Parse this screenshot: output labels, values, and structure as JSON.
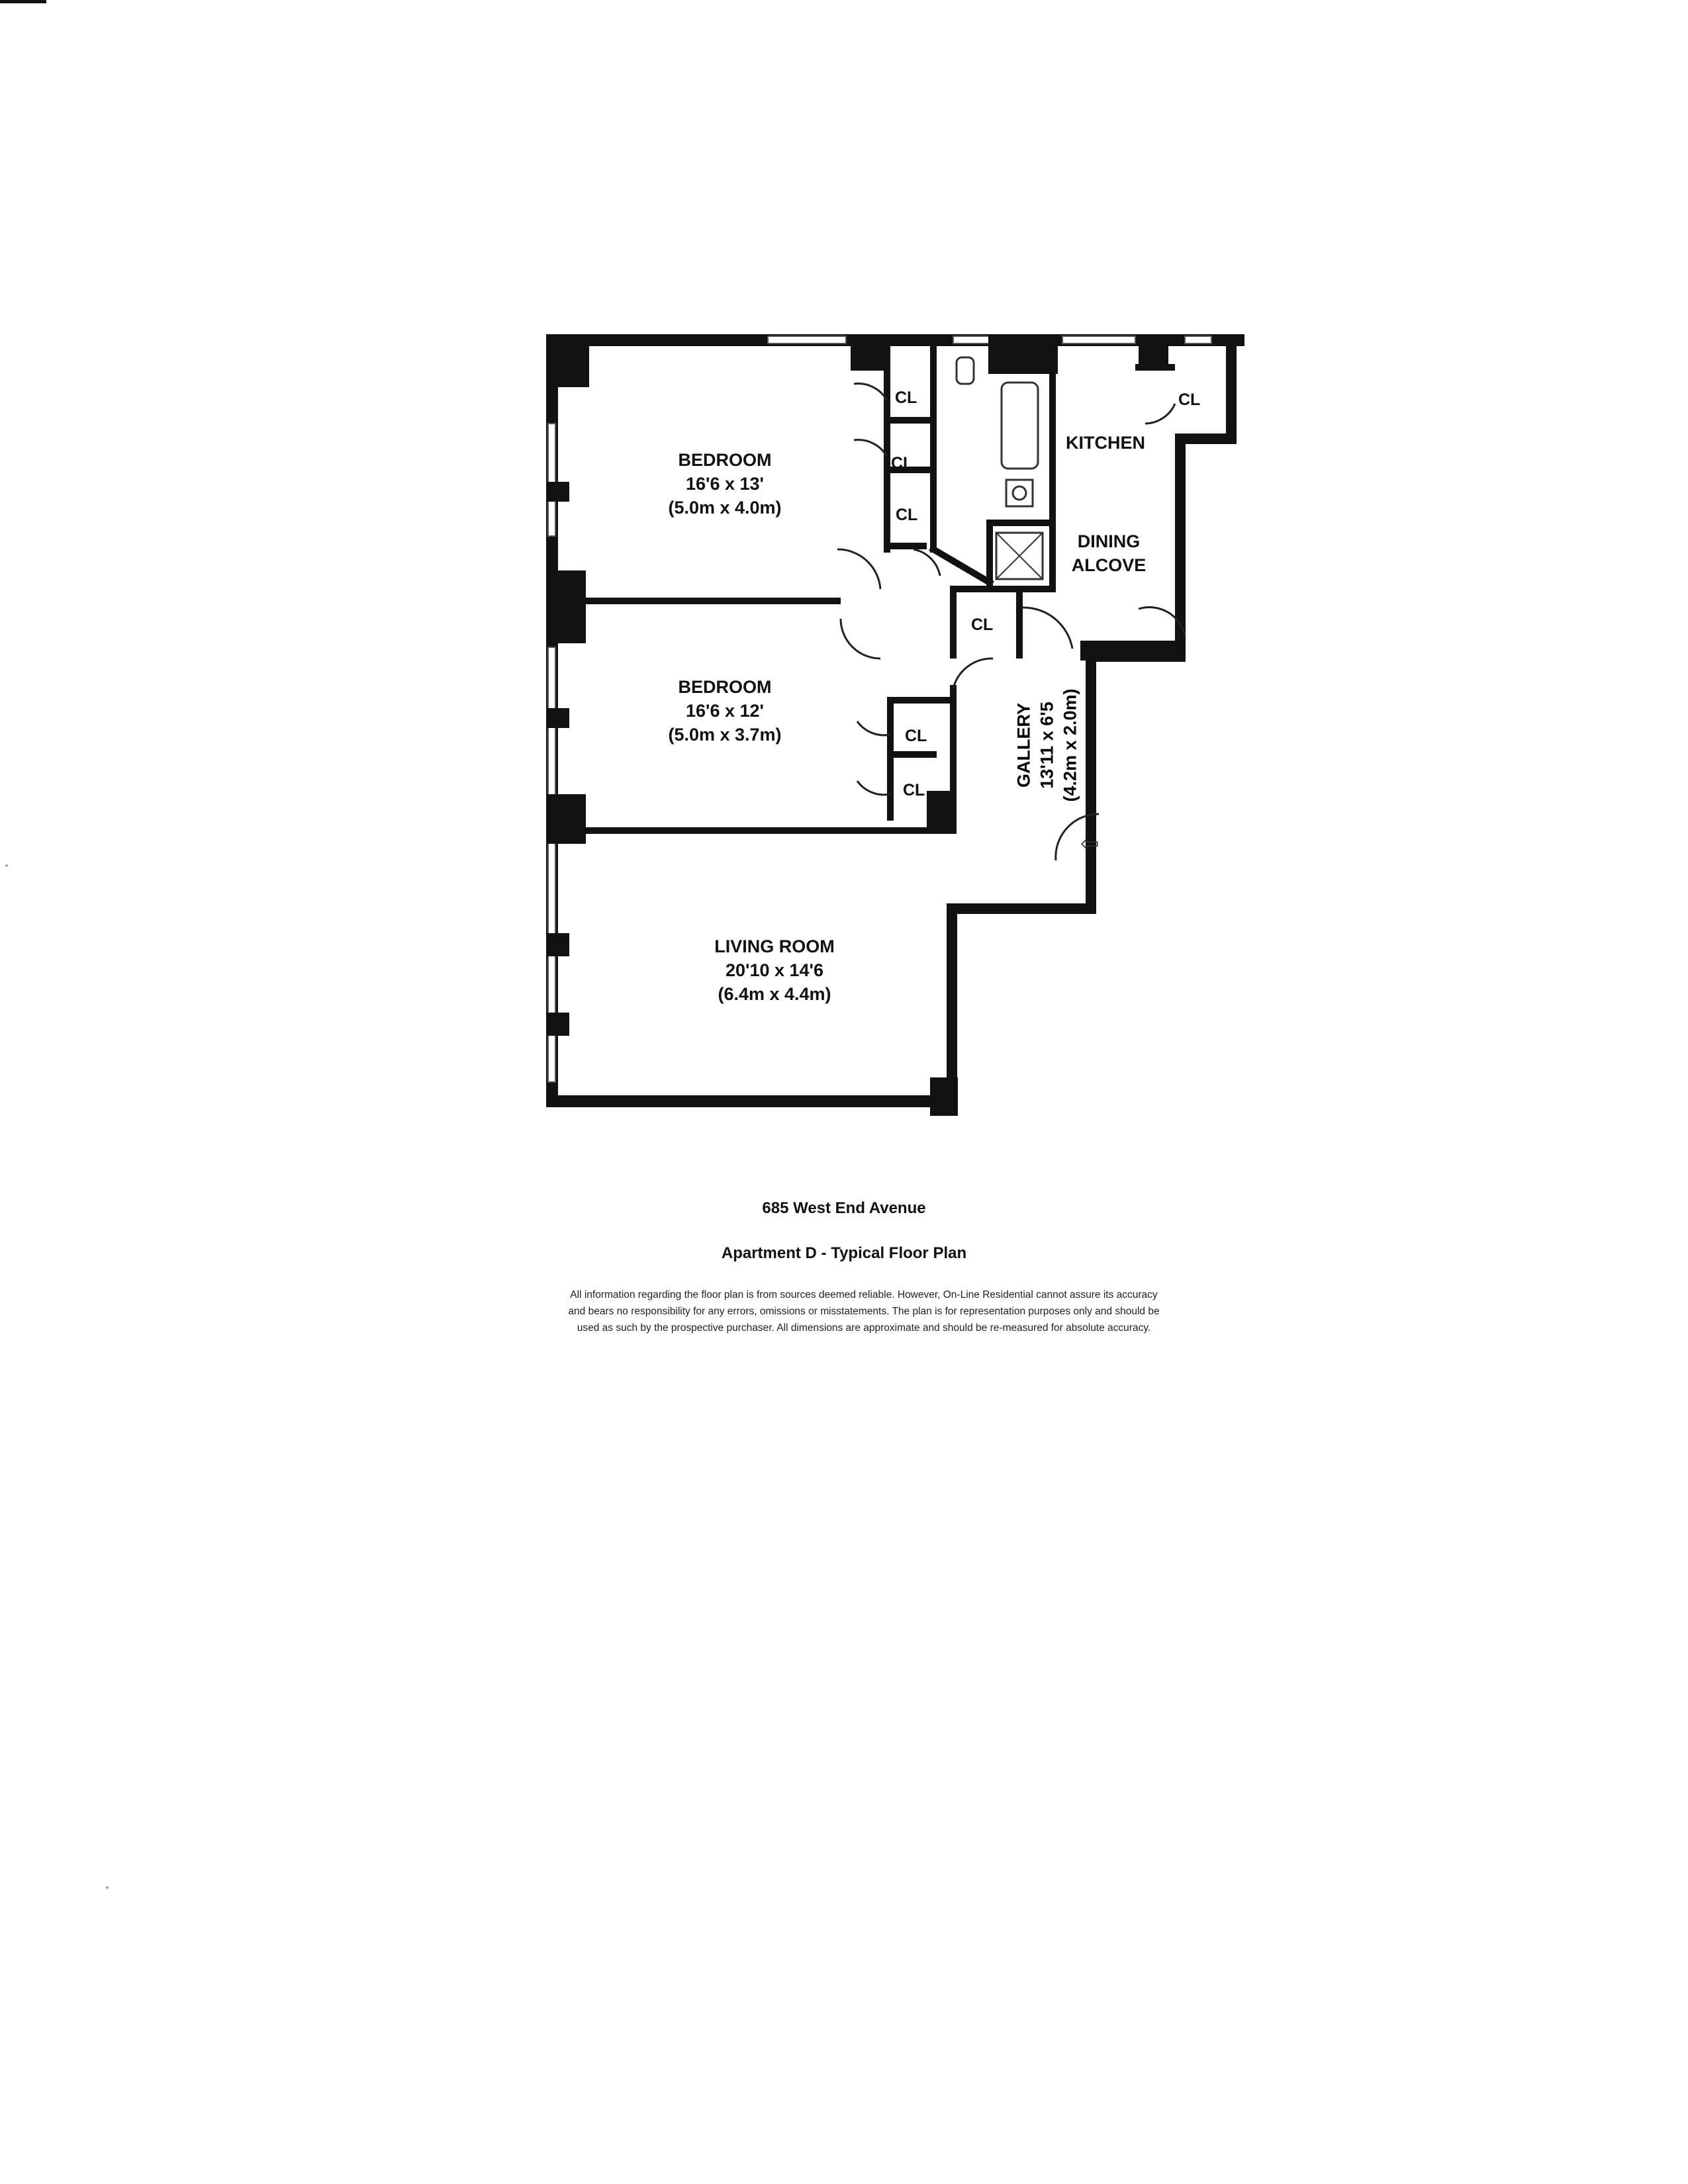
{
  "rooms": {
    "bedroom1": {
      "name": "BEDROOM",
      "size_imperial": "16'6 x 13'",
      "size_metric": "(5.0m x 4.0m)"
    },
    "bedroom2": {
      "name": "BEDROOM",
      "size_imperial": "16'6 x 12'",
      "size_metric": "(5.0m x 3.7m)"
    },
    "living_room": {
      "name": "LIVING ROOM",
      "size_imperial": "20'10 x 14'6",
      "size_metric": "(6.4m x 4.4m)"
    },
    "kitchen": {
      "name": "KITCHEN"
    },
    "dining": {
      "line1": "DINING",
      "line2": "ALCOVE"
    },
    "gallery": {
      "name": "GALLERY",
      "size_imperial": "13'11 x 6'5",
      "size_metric": "(4.2m x 2.0m)"
    }
  },
  "closets": [
    "CL",
    "CL",
    "CL",
    "CL",
    "CL",
    "CL",
    "CL"
  ],
  "caption": {
    "address": "685 West End Avenue",
    "plan_title": "Apartment D - Typical Floor Plan",
    "disclaimer_line1": "All information regarding the floor plan is from sources deemed reliable. However, On-Line Residential cannot assure its accuracy",
    "disclaimer_line2": "and bears no responsibility for any errors, omissions or misstatements. The plan is for representation purposes only and should be",
    "disclaimer_line3": "used as such by the prospective purchaser. All dimensions are approximate and should be re-measured for absolute accuracy."
  },
  "icons": {
    "entry": "entry-arrow-icon"
  },
  "colors": {
    "wall": "#111111",
    "background": "#ffffff"
  }
}
